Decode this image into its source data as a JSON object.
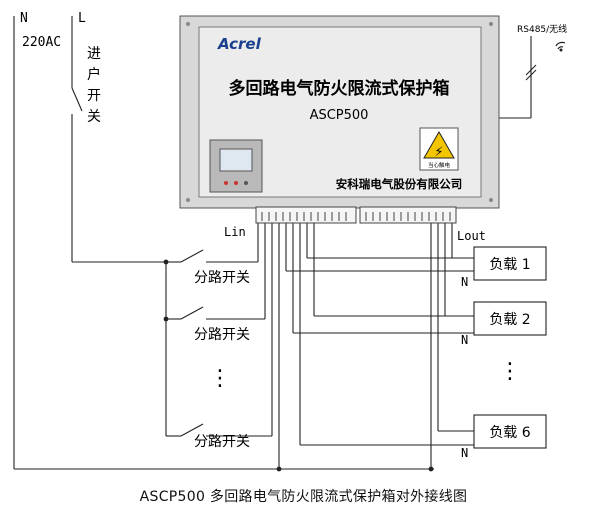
{
  "supply": {
    "n_label": "N",
    "l_label": "L",
    "voltage": "220AC"
  },
  "main_switch": {
    "label": [
      "进",
      "户",
      "开",
      "关"
    ]
  },
  "box": {
    "brand": "Acrel",
    "title": "多回路电气防火限流式保护箱",
    "model": "ASCP500",
    "company": "安科瑞电气股份有限公司",
    "warning_symbol": "⚡",
    "warning_text": "当心触电"
  },
  "comm": {
    "label": "RS485/无线",
    "icon": "wifi-icon"
  },
  "ports": {
    "in_label": "Lin",
    "out_label": "Lout"
  },
  "branch_switches": [
    {
      "label": "分路开关"
    },
    {
      "label": "分路开关"
    },
    {
      "label": "分路开关"
    }
  ],
  "loads": [
    {
      "label": "负载 1",
      "n_label": "N"
    },
    {
      "label": "负载 2",
      "n_label": "N"
    },
    {
      "label": "负载 6",
      "n_label": "N"
    }
  ],
  "ellipsis": "⋮",
  "caption": "ASCP500 多回路电气防火限流式保护箱对外接线图",
  "colors": {
    "line": "#222222",
    "box_fill": "#d8d8d8",
    "box_inner": "#e9e9e9",
    "warning": "#f2c500",
    "brand": "#1a3f8f"
  }
}
